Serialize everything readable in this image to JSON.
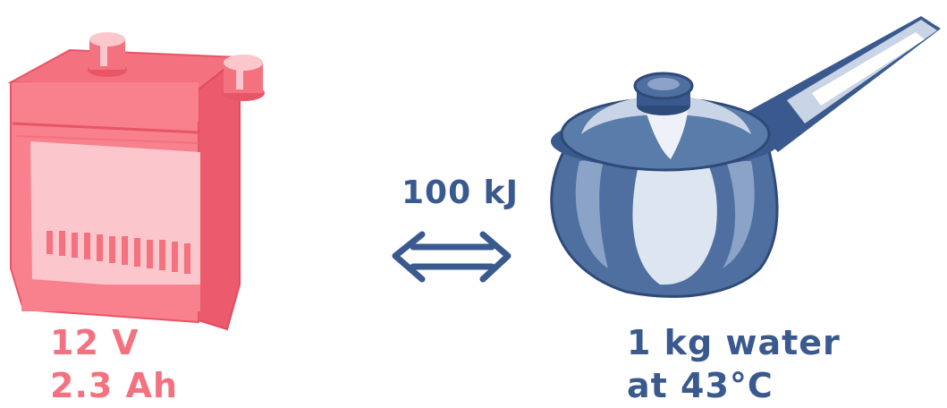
{
  "battery": {
    "voltage": "12 V",
    "capacity": "2.3 Ah",
    "color": "#f4717f"
  },
  "energy": {
    "label": "100 kJ",
    "arrow_icon": "double-arrow-icon",
    "color": "#3a5a8f"
  },
  "pot": {
    "line1": "1 kg water",
    "line2": "at 43°C",
    "color": "#3a5a8f"
  }
}
